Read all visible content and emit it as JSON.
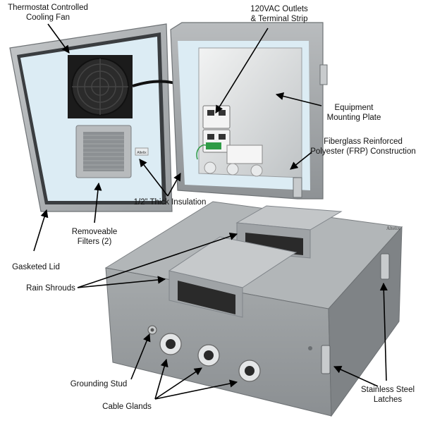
{
  "callouts": {
    "fan": [
      "Thermostat Controlled",
      "Cooling Fan"
    ],
    "outlets": [
      "120VAC Outlets",
      "& Terminal Strip"
    ],
    "plate": [
      "Equipment",
      "Mounting Plate"
    ],
    "frp": [
      "Fiberglass Reinforced",
      "Polyester (FRP) Construction"
    ],
    "insulation": [
      "1/2” Thick Insulation"
    ],
    "filters": [
      "Removeable",
      "Filters (2)"
    ],
    "lid": [
      "Gasketed Lid"
    ],
    "shrouds": [
      "Rain Shrouds"
    ],
    "grounding": [
      "Grounding Stud"
    ],
    "glands": [
      "Cable Glands"
    ],
    "latches": [
      "Stainless Steel",
      "Latches"
    ]
  },
  "brand_marks": {
    "lid_logo": "Altelix",
    "front_logo": "Altelix"
  },
  "colors": {
    "enclosure_gray": "#a9adaf",
    "insulation_blue": "#dcecf4",
    "fan_black": "#1b1b1b",
    "steel": "#c8cbcd"
  },
  "icons": [
    "fan-icon",
    "filter-grille-icon",
    "outlet-icon",
    "terminal-strip-icon",
    "latch-icon",
    "cable-gland-icon",
    "grounding-stud-icon"
  ]
}
